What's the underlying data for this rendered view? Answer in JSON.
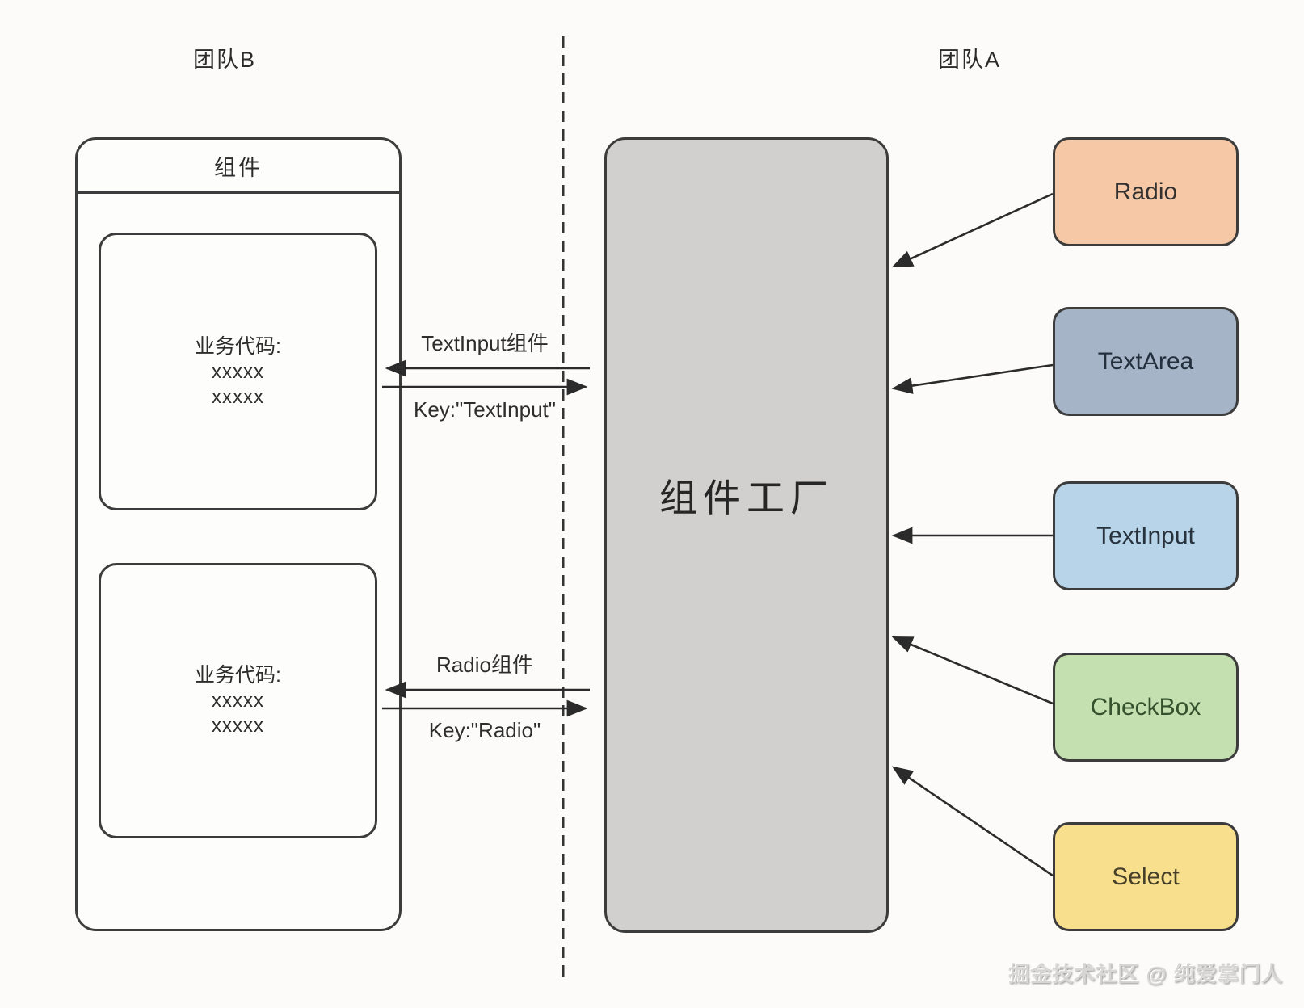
{
  "page": {
    "team_b": {
      "label": "团队B"
    },
    "team_a": {
      "label": "团队A"
    },
    "component_container": {
      "title": "组件",
      "code_blocks": [
        {
          "title": "业务代码:",
          "lines": [
            "xxxxx",
            "xxxxx"
          ]
        },
        {
          "title": "业务代码:",
          "lines": [
            "xxxxx",
            "xxxxx"
          ]
        }
      ]
    },
    "factory": {
      "label": "组件工厂",
      "fill": "#d2d0ce"
    },
    "components": [
      {
        "label": "Radio",
        "fill": "#f6c8a6",
        "text_color": "#33312f"
      },
      {
        "label": "TextArea",
        "fill": "#a5b4c7",
        "text_color": "#232f3d"
      },
      {
        "label": "TextInput",
        "fill": "#b7d4e9",
        "text_color": "#27323c"
      },
      {
        "label": "CheckBox",
        "fill": "#c4dfb0",
        "text_color": "#34512d"
      },
      {
        "label": "Select",
        "fill": "#f8df8d",
        "text_color": "#46402a"
      }
    ],
    "messages": [
      {
        "component_label": "TextInput组件",
        "key_label": "Key:\"TextInput\""
      },
      {
        "component_label": "Radio组件",
        "key_label": "Key:\"Radio\""
      }
    ],
    "watermark": "掘金技术社区 @ 纯爱掌门人"
  }
}
